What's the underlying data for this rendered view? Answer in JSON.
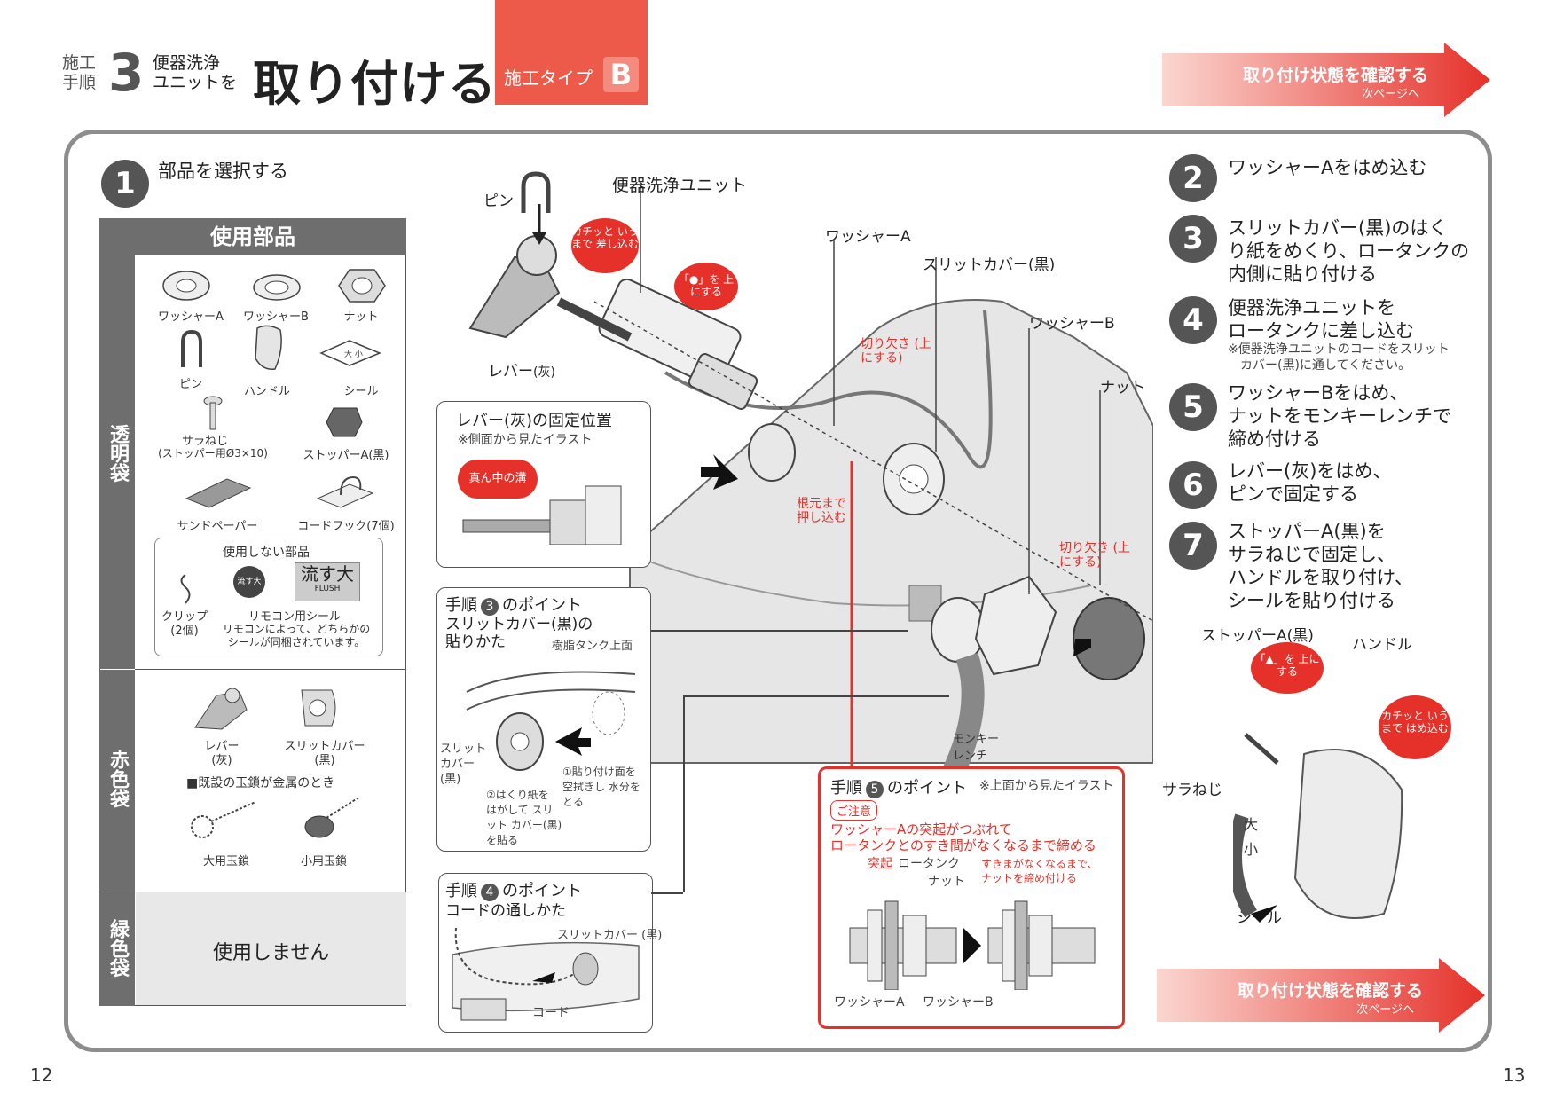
{
  "header": {
    "step_word_1": "施工",
    "step_word_2": "手順",
    "step_number": "3",
    "sub_1": "便器洗浄",
    "sub_2": "ユニットを",
    "title": "取り付ける",
    "type_label": "施工タイプ",
    "type_letter": "B"
  },
  "banner": {
    "main": "取り付け状態を確認する",
    "sub": "次ページへ"
  },
  "step1": {
    "num": "1",
    "text": "部品を選択する"
  },
  "parts_table": {
    "header": "使用部品",
    "clear_bag_label": "透明袋",
    "red_bag_label": "赤色袋",
    "green_bag_label": "緑色袋",
    "clear_items": [
      "ワッシャーA",
      "ワッシャーB",
      "ナット",
      "ピン",
      "ハンドル",
      "シール",
      "サラねじ",
      "(ストッパー用Ø3×10)",
      "ストッパーA(黒)",
      "サンドペーパー",
      "コードフック(7個)"
    ],
    "unused_title": "使用しない部品",
    "unused_clip": "クリップ",
    "unused_clip_qty": "(2個)",
    "remote_seal": "リモコン用シール",
    "remote_note": "リモコンによって、どちらかの",
    "remote_note2": "シールが同梱されています。",
    "seal_big": "流す大",
    "seal_flush": "FLUSH",
    "seal_small_text": "流す大",
    "red_items": [
      "レバー",
      "(灰)",
      "スリットカバー",
      "(黒)"
    ],
    "red_note": "■既設の玉鎖が金属のとき",
    "chain_large": "大用玉鎖",
    "chain_small": "小用玉鎖",
    "green_text": "使用しません"
  },
  "diagram": {
    "pin": "ピン",
    "unit": "便器洗浄ユニット",
    "washer_a": "ワッシャーA",
    "slit_cover": "スリットカバー(黒)",
    "washer_b": "ワッシャーB",
    "nut": "ナット",
    "lever": "レバー",
    "lever_gray": "(灰)",
    "bubble_click": "カチッと いうまで 差し込む",
    "bubble_mark": "「●」を 上にする",
    "notch1": "切り欠き (上にする)",
    "notch2": "切り欠き (上にする)",
    "push_root": "根元まで 押し込む",
    "wrench": "モンキー レンチ",
    "stopper_a": "ストッパーA(黒)",
    "handle": "ハンドル",
    "bubble_tri": "「▲」を 上にする",
    "bubble_click2": "カチッと いうまで はめ込む",
    "screw": "サラねじ",
    "seal": "シール",
    "seal_big": "大",
    "seal_small": "小"
  },
  "lever_box": {
    "title": "レバー(灰)の固定位置",
    "note": "※側面から見たイラスト",
    "bubble": "真ん中の溝"
  },
  "point3_box": {
    "title_pre": "手順",
    "num": "3",
    "title_post": "のポイント",
    "subtitle_1": "スリットカバー(黒)の",
    "subtitle_2": "貼りかた",
    "tank_top": "樹脂タンク上面",
    "slit_label": "スリット カバー(黒)",
    "step_a": "①貼り付け面を 空拭きし 水分をとる",
    "step_b": "②はくり紙を はがして スリット カバー(黒) を貼る"
  },
  "point4_box": {
    "title_pre": "手順",
    "num": "4",
    "title_post": "のポイント",
    "subtitle": "コードの通しかた",
    "slit_label": "スリットカバー (黒)",
    "cord": "コード"
  },
  "point5_box": {
    "title_pre": "手順",
    "num": "5",
    "title_post": "のポイント",
    "note": "※上面から見たイラスト",
    "caution": "ご注意",
    "caution_1": "ワッシャーAの突起がつぶれて",
    "caution_2": "ロータンクとのすき間がなくなるまで締める",
    "protrusion": "突起",
    "tank": "ロータンク",
    "nut": "ナット",
    "tighten": "すきまがなくなるまで、 ナットを締め付ける",
    "washer_a": "ワッシャーA",
    "washer_b": "ワッシャーB"
  },
  "steps": [
    {
      "num": "2",
      "lines": [
        "ワッシャーAをはめ込む"
      ]
    },
    {
      "num": "3",
      "lines": [
        "スリットカバー(黒)のはく",
        "り紙をめくり、ロータンクの",
        "内側に貼り付ける"
      ]
    },
    {
      "num": "4",
      "lines": [
        "便器洗浄ユニットを",
        "ロータンクに差し込む"
      ],
      "note": "※便器洗浄ユニットのコードをスリット",
      "note2": "カバー(黒)に通してください。"
    },
    {
      "num": "5",
      "lines": [
        "ワッシャーBをはめ、",
        "ナットをモンキーレンチで",
        "締め付ける"
      ]
    },
    {
      "num": "6",
      "lines": [
        "レバー(灰)をはめ、",
        "ピンで固定する"
      ]
    },
    {
      "num": "7",
      "lines": [
        "ストッパーA(黒)を",
        "サラねじで固定し、",
        "ハンドルを取り付け、",
        "シールを貼り付ける"
      ]
    }
  ],
  "pages": {
    "left": "12",
    "right": "13"
  },
  "colors": {
    "accent_red": "#e5312a",
    "gray": "#6e6e6e",
    "type_box": "#ee5a4a"
  }
}
